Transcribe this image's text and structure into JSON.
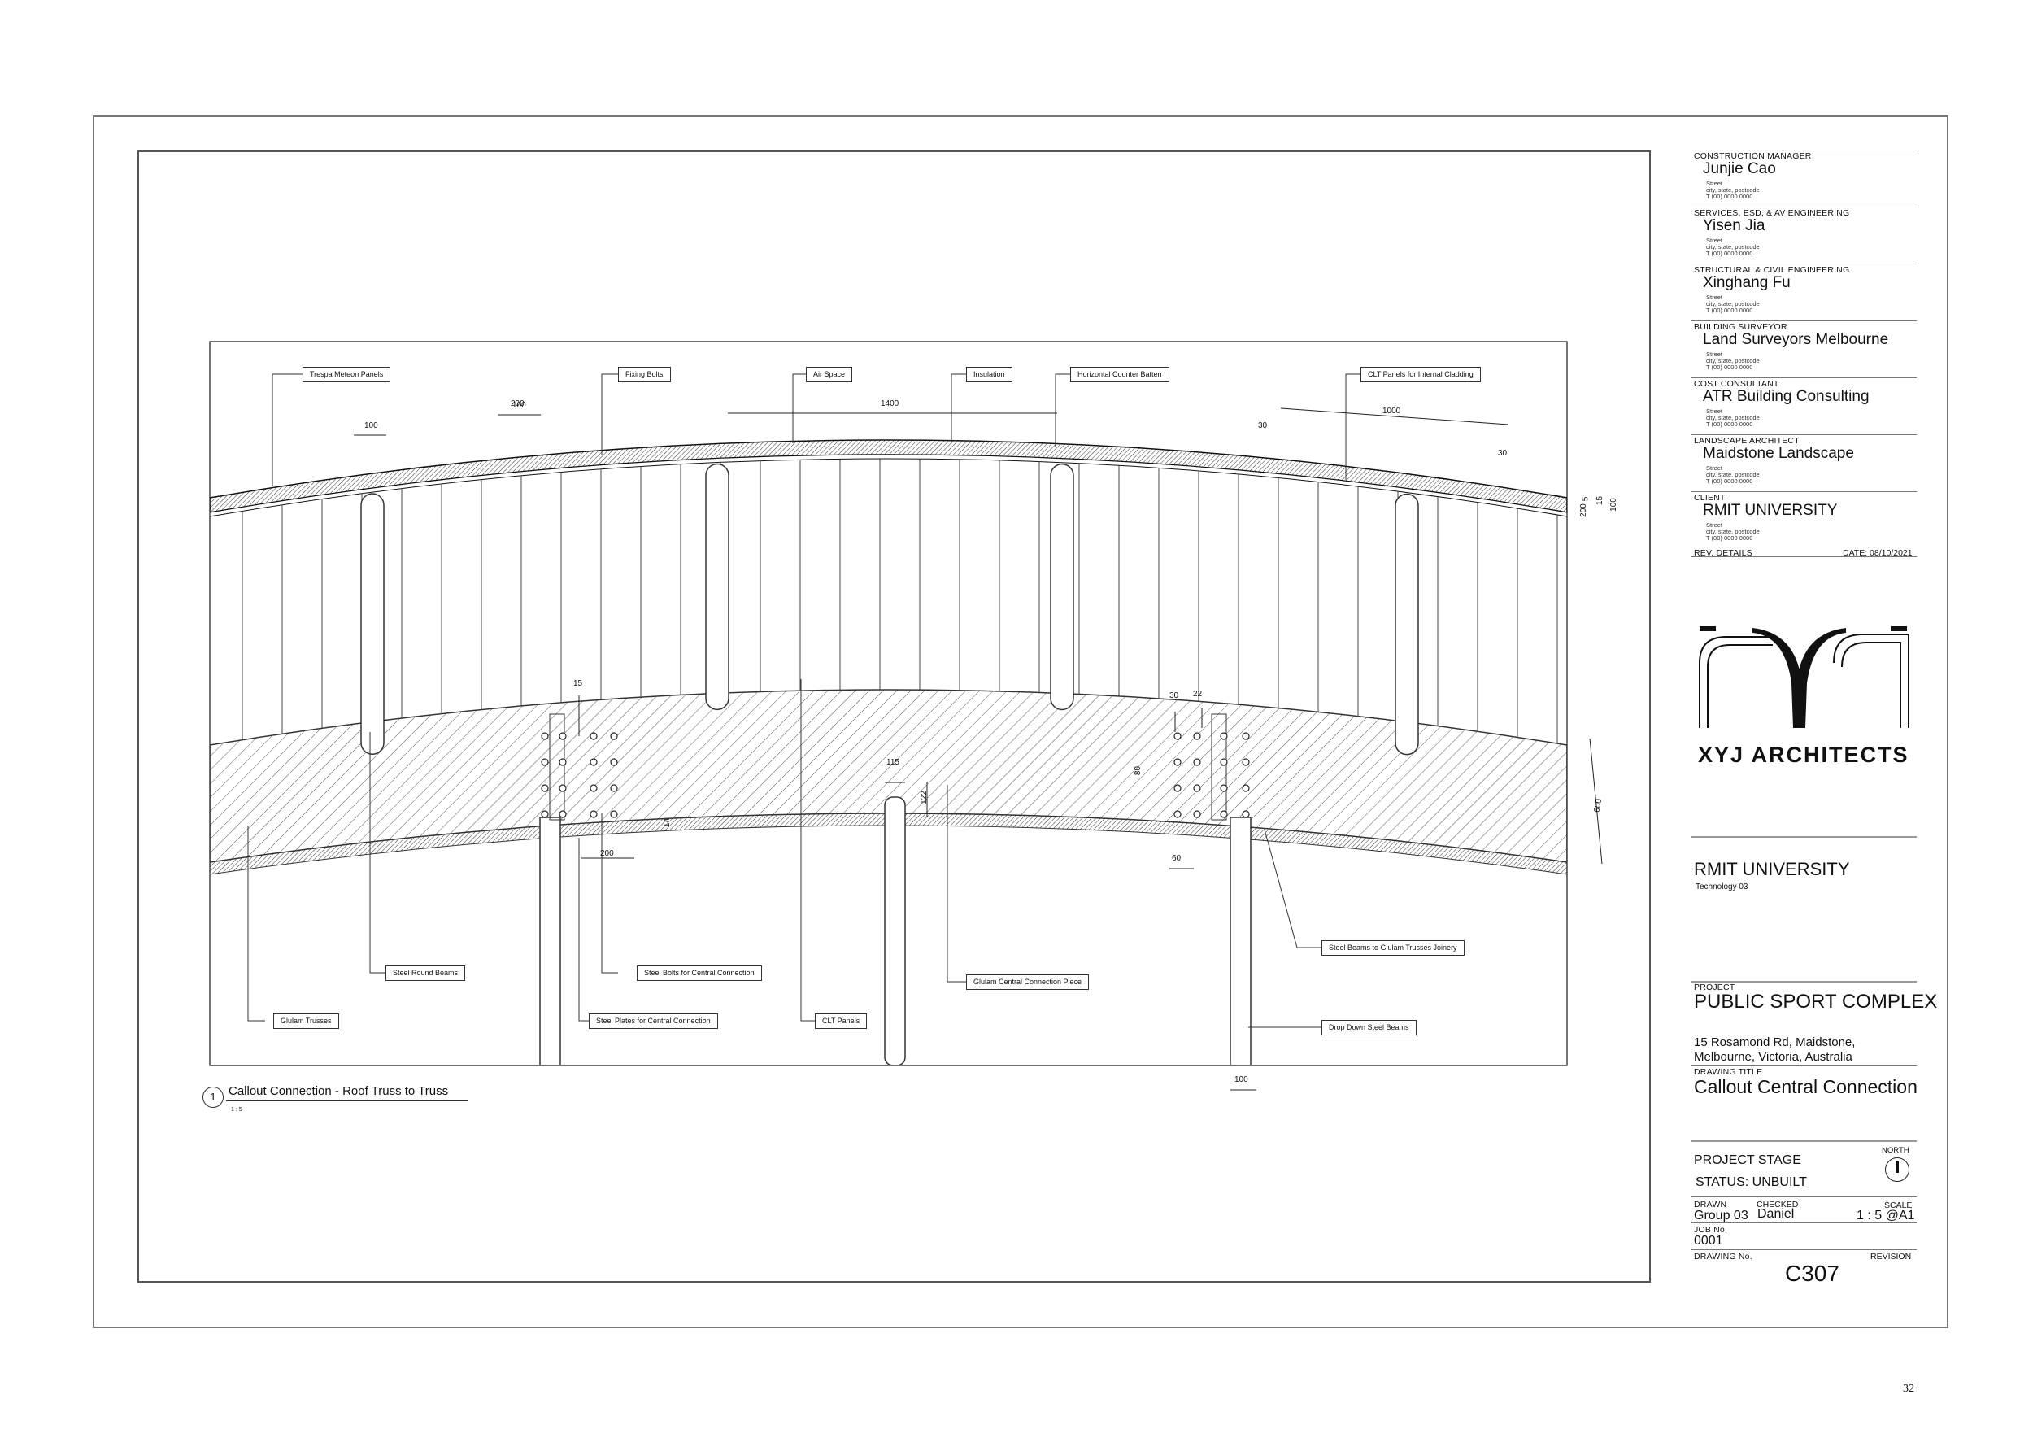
{
  "sheet": {
    "page_number": "32"
  },
  "drawing": {
    "view_number": "1",
    "view_title": "Callout Connection - Roof Truss to Truss",
    "view_scale": "1 : 5",
    "labels": {
      "trespa": "Trespa Meteon Panels",
      "fixing_bolts": "Fixing Bolts",
      "air_space": "Air Space",
      "insulation": "Insulation",
      "counter_batten": "Horizontal Counter Batten",
      "clt_cladding": "CLT Panels for Internal Cladding",
      "steel_round_beams": "Steel Round Beams",
      "steel_bolts": "Steel Bolts for Central Connection",
      "glulam_central": "Glulam Central Connection Piece",
      "steel_beams_joinery": "Steel Beams to Glulam Trusses Joinery",
      "glulam_trusses": "Glulam Trusses",
      "steel_plates": "Steel Plates for Central Connection",
      "clt_panels": "CLT Panels",
      "drop_down": "Drop Down Steel Beams"
    },
    "dimensions": {
      "d200_top": "200",
      "d100_top": "100",
      "d1400": "1400",
      "d1000": "1000",
      "d30_a": "30",
      "d30_b": "30",
      "d15_left": "15",
      "d30_right": "30",
      "d22_right": "22",
      "d115": "115",
      "d122": "122",
      "d80": "80",
      "d600": "600",
      "d14": "14",
      "d200_bot": "200",
      "d60": "60",
      "d100_bot": "100",
      "s5": "5",
      "s15": "15",
      "s100": "100",
      "s200": "200"
    }
  },
  "titleblock": {
    "consultants": [
      {
        "role": "CONSTRUCTION MANAGER",
        "name": "Junjie Cao",
        "street": "Street",
        "city": "city, state, postcode",
        "phone": "T (00) 0000 0000"
      },
      {
        "role": "SERVICES, ESD, & AV ENGINEERING",
        "name": "Yisen Jia",
        "street": "Street",
        "city": "city, state, postcode",
        "phone": "T (00) 0000 0000"
      },
      {
        "role": "STRUCTURAL & CIVIL ENGINEERING",
        "name": "Xinghang Fu",
        "street": "Street",
        "city": "city, state, postcode",
        "phone": "T (00) 0000 0000"
      },
      {
        "role": "BUILDING SURVEYOR",
        "name": "Land Surveyors Melbourne",
        "street": "Street",
        "city": "city, state, postcode",
        "phone": "T (00) 0000 0000"
      },
      {
        "role": "COST CONSULTANT",
        "name": "ATR Building Consulting",
        "street": "Street",
        "city": "city, state, postcode",
        "phone": "T (00) 0000 0000"
      },
      {
        "role": "LANDSCAPE ARCHITECT",
        "name": "Maidstone Landscape",
        "street": "Street",
        "city": "city, state, postcode",
        "phone": "T (00) 0000 0000"
      },
      {
        "role": "CLIENT",
        "name": "RMIT UNIVERSITY",
        "street": "Street",
        "city": "city, state, postcode",
        "phone": "T (00) 0000 0000"
      }
    ],
    "rev_details": "REV.  DETAILS",
    "date": "DATE: 08/10/2021",
    "logo_text": "XYJ ARCHITECTS",
    "university": "RMIT UNIVERSITY",
    "course": "Technology 03",
    "project_label": "PROJECT",
    "project_name": "PUBLIC SPORT COMPLEX",
    "address_line1": "15 Rosamond Rd, Maidstone,",
    "address_line2": "Melbourne, Victoria, Australia",
    "drawing_title_label": "DRAWING TITLE",
    "drawing_title": "Callout Central Connection",
    "north_label": "NORTH",
    "project_stage": "PROJECT STAGE",
    "status": "STATUS: UNBUILT",
    "drawn_label": "DRAWN",
    "drawn_value": "Group 03",
    "checked_label": "CHECKED",
    "checked_value": "Daniel",
    "scale_label": "SCALE",
    "scale_value": "1 : 5 @A1",
    "job_label": "JOB No.",
    "job_value": "0001",
    "drawing_no_label": "DRAWING No.",
    "drawing_no_value": "C307",
    "revision_label": "REVISION"
  }
}
